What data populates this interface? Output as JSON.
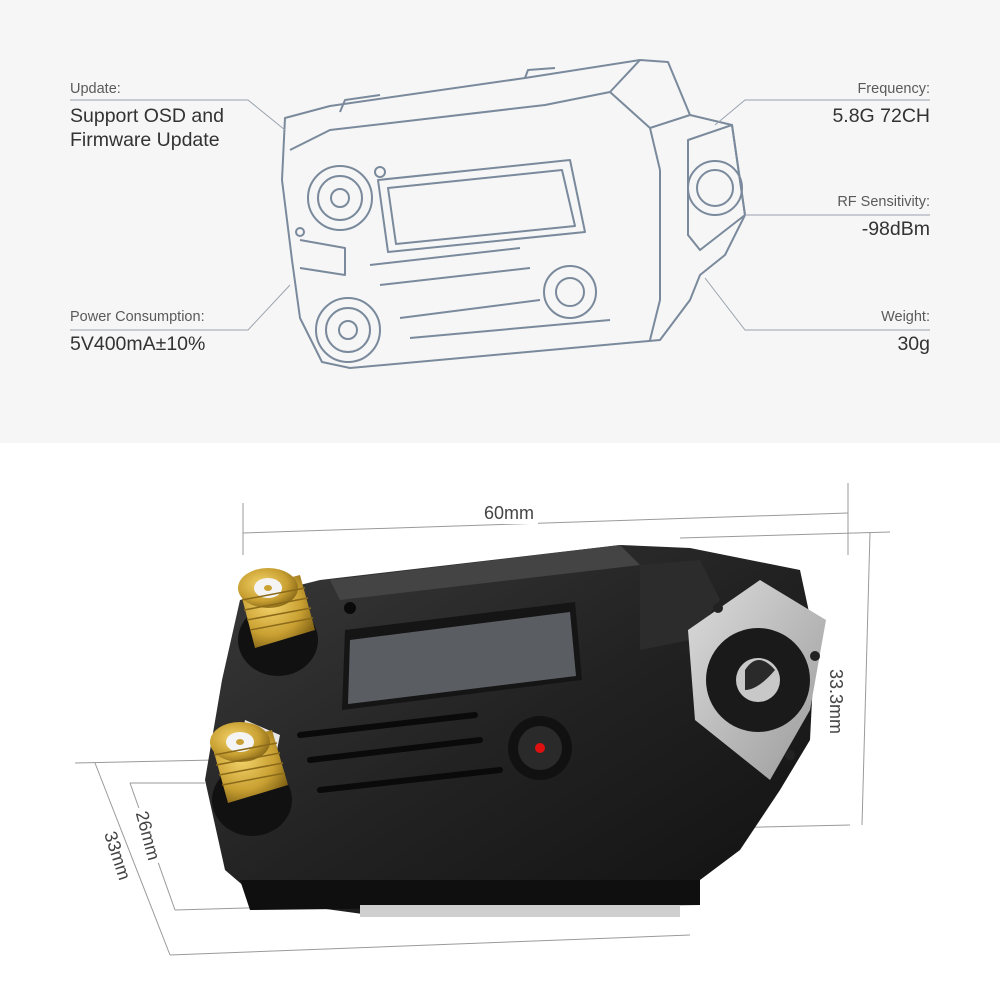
{
  "specs": {
    "update": {
      "label": "Update:",
      "value_line1": "Support OSD and",
      "value_line2": "Firmware Update"
    },
    "power": {
      "label": "Power Consumption:",
      "value": "5V400mA±10%"
    },
    "frequency": {
      "label": "Frequency:",
      "value": "5.8G 72CH"
    },
    "rf": {
      "label": "RF Sensitivity:",
      "value": "-98dBm"
    },
    "weight": {
      "label": "Weight:",
      "value": "30g"
    }
  },
  "dimensions": {
    "length": "60mm",
    "height": "33.3mm",
    "width_inner": "26mm",
    "width_outer": "33mm"
  },
  "colors": {
    "line_art": "#7a8a9c",
    "body": "#262626",
    "gold": "#c9a032",
    "led": "#e01010"
  }
}
